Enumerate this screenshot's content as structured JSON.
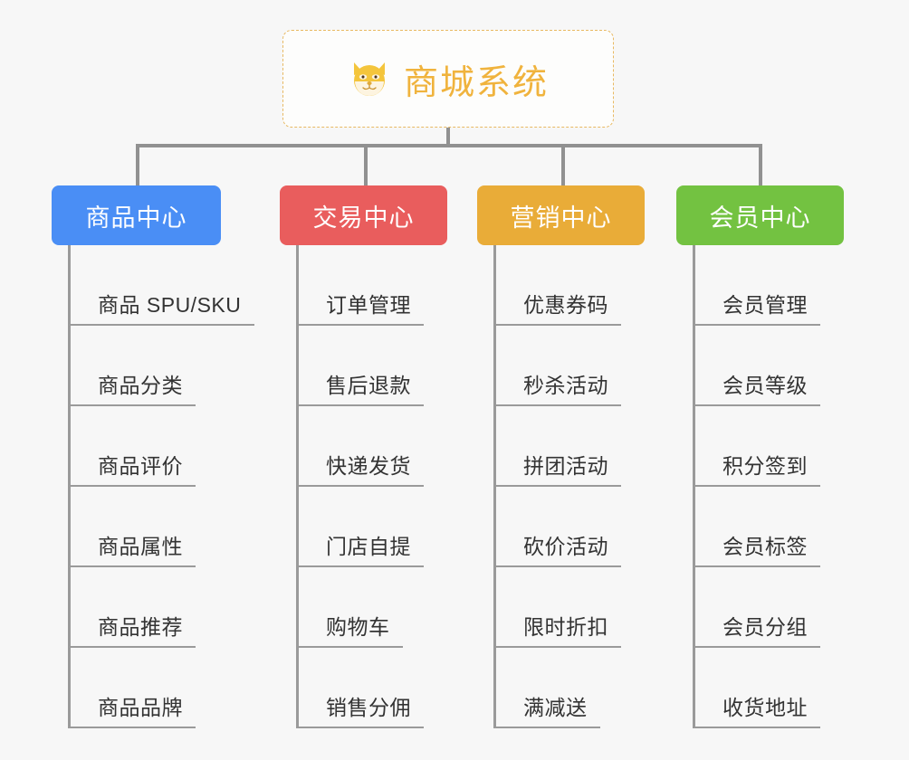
{
  "root": {
    "title": "商城系统",
    "icon": "dog-face-icon",
    "border_color": "#e8b962",
    "text_color": "#f0b33d",
    "background": "#fdfdfc"
  },
  "canvas": {
    "background": "#f7f7f7",
    "connector_color": "#919191"
  },
  "branches": [
    {
      "label": "商品中心",
      "color": "#4a8ef5",
      "items": [
        "商品 SPU/SKU",
        "商品分类",
        "商品评价",
        "商品属性",
        "商品推荐",
        "商品品牌"
      ]
    },
    {
      "label": "交易中心",
      "color": "#e95d5d",
      "items": [
        "订单管理",
        "售后退款",
        "快递发货",
        "门店自提",
        "购物车",
        "销售分佣"
      ]
    },
    {
      "label": "营销中心",
      "color": "#e9ac38",
      "items": [
        "优惠券码",
        "秒杀活动",
        "拼团活动",
        "砍价活动",
        "限时折扣",
        "满减送"
      ]
    },
    {
      "label": "会员中心",
      "color": "#73c241",
      "items": [
        "会员管理",
        "会员等级",
        "积分签到",
        "会员标签",
        "会员分组",
        "收货地址"
      ]
    }
  ]
}
